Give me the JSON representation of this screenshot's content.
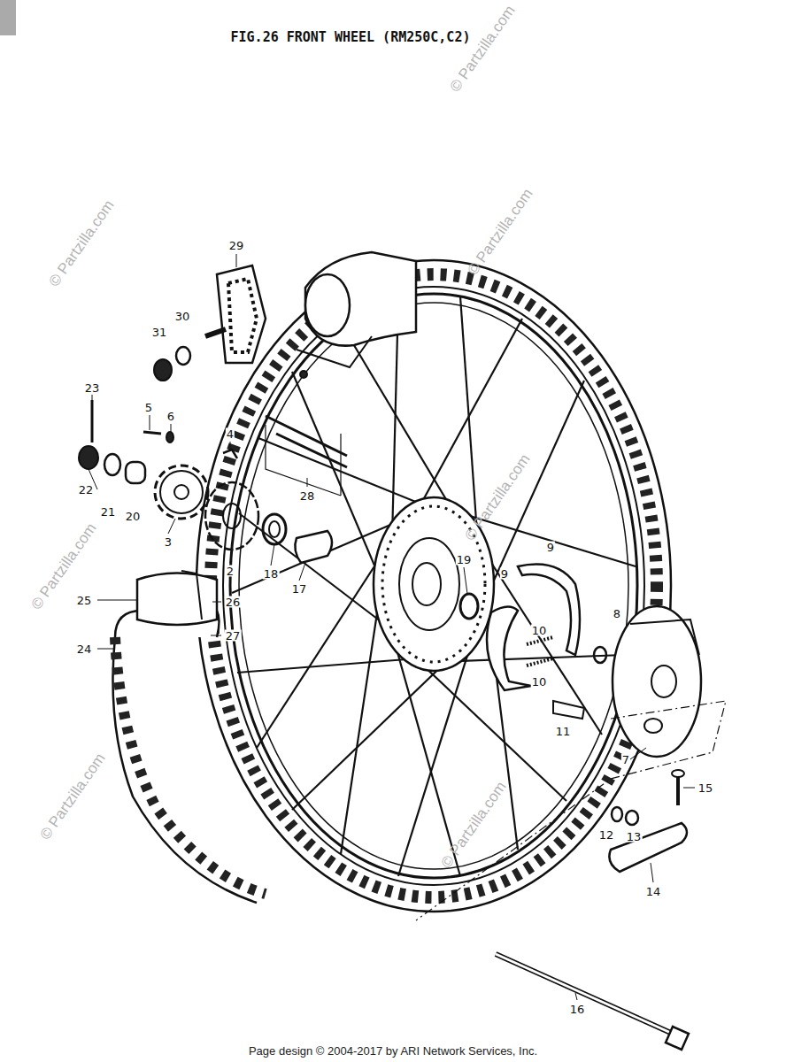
{
  "diagram": {
    "title": "FIG.26  FRONT WHEEL (RM250C,C2)",
    "labels": [
      "© Partzilla.com",
      "© Partzilla.com",
      "© Partzilla.com",
      "© Partzilla.com",
      "© Partzilla.com",
      "© Partzilla.com",
      "© Partzilla.com",
      "29",
      "31",
      "30",
      "23",
      "5",
      "6",
      "4",
      "22",
      "21",
      "20",
      "3",
      "2",
      "18",
      "17",
      "28",
      "19",
      "9",
      "9",
      "25",
      "26",
      "24",
      "27",
      "10",
      "10",
      "8",
      "11",
      "7",
      "15",
      "12",
      "13",
      "14",
      "16",
      "Page design © 2004-2017 by ARI Network Services, Inc."
    ]
  }
}
